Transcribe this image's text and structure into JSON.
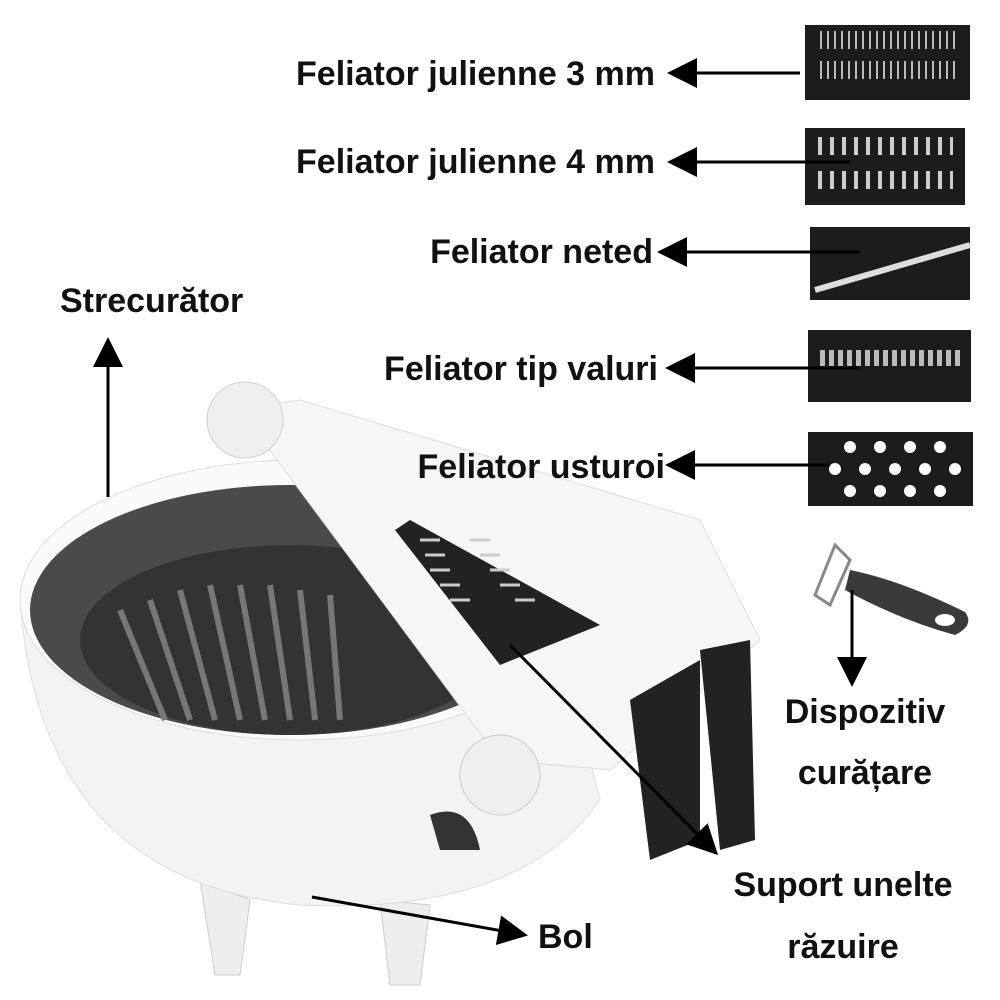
{
  "labels": {
    "julienne3": "Feliator julienne 3 mm",
    "julienne4": "Feliator julienne 4 mm",
    "neted": "Feliator neted",
    "valuri": "Feliator tip valuri",
    "usturoi": "Feliator usturoi",
    "strecurator": "Strecurător",
    "dispozitiv_line1": "Dispozitiv",
    "dispozitiv_line2": "curățare",
    "suport_line1": "Suport unelte",
    "suport_line2": "răzuire",
    "bol": "Bol"
  },
  "colors": {
    "blade_dark": "#1c1c1c",
    "bowl_white": "#f4f4f4",
    "strainer_gray": "#4a4a4a",
    "text": "#111111"
  }
}
